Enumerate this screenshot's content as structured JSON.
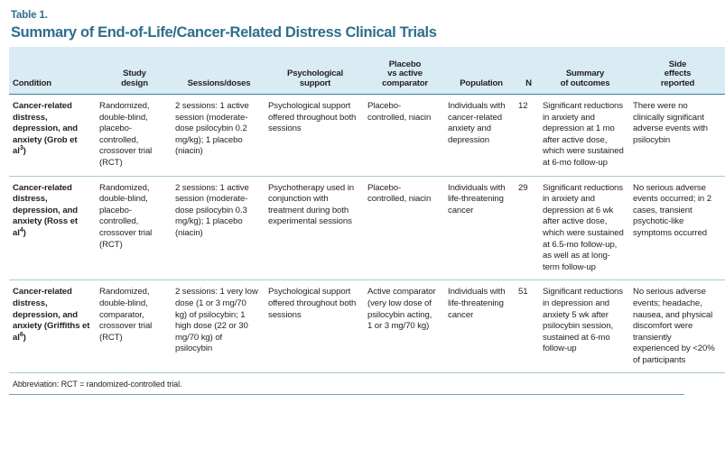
{
  "table": {
    "label": "Table 1.",
    "title": "Summary of End-of-Life/Cancer-Related Distress Clinical Trials",
    "accent_color": "#2e6e8e",
    "header_background": "#d9ecf4",
    "header_rule_color": "#3b7fa0",
    "row_rule_color": "#a9c9d8",
    "columns": [
      {
        "id": "condition",
        "label": "Condition"
      },
      {
        "id": "design",
        "label": "Study\ndesign"
      },
      {
        "id": "sessions",
        "label": "Sessions/doses"
      },
      {
        "id": "support",
        "label": "Psychological\nsupport"
      },
      {
        "id": "placebo",
        "label": "Placebo\nvs active\ncomparator"
      },
      {
        "id": "population",
        "label": "Population"
      },
      {
        "id": "n",
        "label": "N"
      },
      {
        "id": "outcomes",
        "label": "Summary\nof outcomes"
      },
      {
        "id": "side",
        "label": "Side\neffects\nreported"
      }
    ],
    "header_lines": {
      "condition": [
        "Condition"
      ],
      "design": [
        "Study",
        "design"
      ],
      "sessions": [
        "Sessions/doses"
      ],
      "support": [
        "Psychological",
        "support"
      ],
      "placebo": [
        "Placebo",
        "vs active",
        "comparator"
      ],
      "population": [
        "Population"
      ],
      "n": [
        "N"
      ],
      "outcomes": [
        "Summary",
        "of outcomes"
      ],
      "side": [
        "Side",
        "effects",
        "reported"
      ]
    },
    "rows": [
      {
        "condition_text": "Cancer-related distress, depression, and anxiety (Grob et al",
        "condition_sup": "3",
        "condition_tail": ")",
        "design": "Randomized, double-blind, placebo-controlled, crossover trial (RCT)",
        "sessions": "2 sessions: 1 active session (moderate-dose psilocybin 0.2 mg/kg); 1 placebo (niacin)",
        "support": "Psychological support offered throughout both sessions",
        "placebo": "Placebo-controlled, niacin",
        "population": "Individuals with cancer-related anxiety and depression",
        "n": "12",
        "outcomes": "Significant reductions in anxiety and depression at 1 mo after active dose, which were sustained at 6-mo follow-up",
        "side": "There were no clinically significant adverse events with psilocybin"
      },
      {
        "condition_text": "Cancer-related distress, depression, and anxiety (Ross et al",
        "condition_sup": "4",
        "condition_tail": ")",
        "design": "Randomized, double-blind, placebo-controlled, crossover trial (RCT)",
        "sessions": "2 sessions: 1 active session (moderate-dose psilocybin 0.3 mg/kg); 1 placebo (niacin)",
        "support": "Psychotherapy used in conjunction with treatment during both experimental sessions",
        "placebo": "Placebo-controlled, niacin",
        "population": "Individuals with life-threatening cancer",
        "n": "29",
        "outcomes": "Significant reductions in anxiety and depression at 6 wk after active dose, which were sustained at 6.5-mo follow-up, as well as at long-term follow-up",
        "side": "No serious adverse events occurred; in 2 cases, transient psychotic-like symptoms occurred"
      },
      {
        "condition_text": "Cancer-related distress, depression, and anxiety (Griffiths et al",
        "condition_sup": "6",
        "condition_tail": ")",
        "design": "Randomized, double-blind, comparator, crossover trial (RCT)",
        "sessions": "2 sessions: 1 very low dose (1 or 3 mg/70 kg) of psilocybin; 1 high dose (22 or 30 mg/70 kg) of psilocybin",
        "support": "Psychological support offered throughout both sessions",
        "placebo": "Active comparator (very low dose of psilocybin acting, 1 or 3 mg/70 kg)",
        "population": "Individuals with life-threatening cancer",
        "n": "51",
        "outcomes": "Significant reductions in depression and anxiety 5 wk after psilocybin session, sustained at 6-mo follow-up",
        "side": "No serious adverse events; headache, nausea, and physical discomfort were transiently experienced by <20% of participants"
      }
    ],
    "footnote": "Abbreviation: RCT = randomized-controlled trial."
  }
}
